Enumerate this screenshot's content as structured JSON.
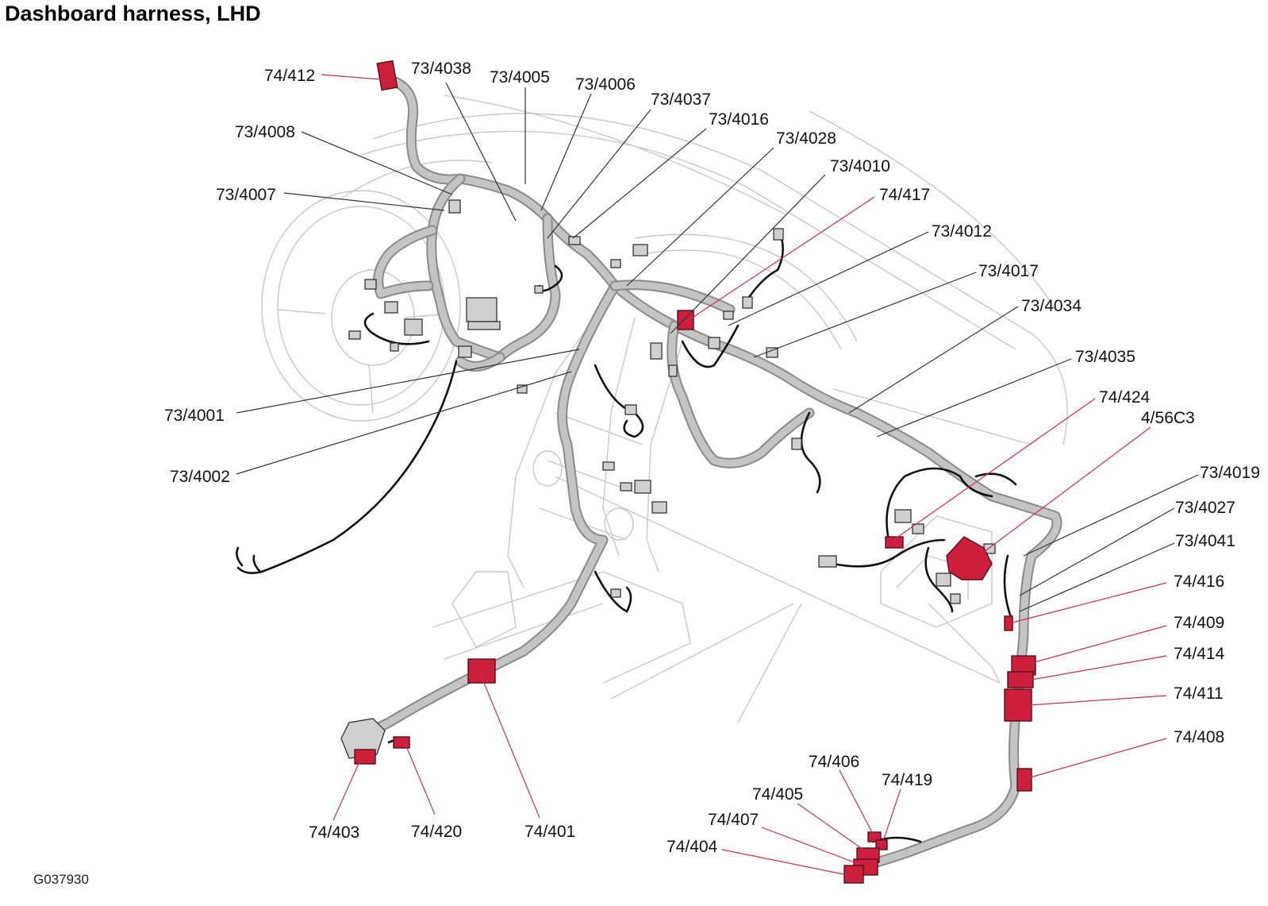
{
  "title": "Dashboard harness, LHD",
  "image_code": "G037930",
  "colors": {
    "harness": "#c4c4c4",
    "highlight_connector": "#cc1f3c",
    "outline": "#c8c8c8"
  },
  "labels": [
    {
      "text": "74/412",
      "color": "red"
    },
    {
      "text": "73/4038",
      "color": "black"
    },
    {
      "text": "73/4005",
      "color": "black"
    },
    {
      "text": "73/4006",
      "color": "black"
    },
    {
      "text": "73/4037",
      "color": "black"
    },
    {
      "text": "73/4016",
      "color": "black"
    },
    {
      "text": "73/4008",
      "color": "black"
    },
    {
      "text": "73/4028",
      "color": "black"
    },
    {
      "text": "73/4010",
      "color": "black"
    },
    {
      "text": "73/4007",
      "color": "black"
    },
    {
      "text": "74/417",
      "color": "red"
    },
    {
      "text": "73/4012",
      "color": "black"
    },
    {
      "text": "73/4017",
      "color": "black"
    },
    {
      "text": "73/4034",
      "color": "black"
    },
    {
      "text": "73/4035",
      "color": "black"
    },
    {
      "text": "73/4001",
      "color": "black"
    },
    {
      "text": "73/4002",
      "color": "black"
    },
    {
      "text": "74/424",
      "color": "red"
    },
    {
      "text": "4/56C3",
      "color": "red"
    },
    {
      "text": "73/4019",
      "color": "black"
    },
    {
      "text": "73/4027",
      "color": "black"
    },
    {
      "text": "73/4041",
      "color": "black"
    },
    {
      "text": "74/416",
      "color": "red"
    },
    {
      "text": "74/409",
      "color": "red"
    },
    {
      "text": "74/414",
      "color": "red"
    },
    {
      "text": "74/411",
      "color": "red"
    },
    {
      "text": "74/408",
      "color": "red"
    },
    {
      "text": "74/406",
      "color": "red"
    },
    {
      "text": "74/419",
      "color": "red"
    },
    {
      "text": "74/405",
      "color": "red"
    },
    {
      "text": "74/407",
      "color": "red"
    },
    {
      "text": "74/404",
      "color": "red"
    },
    {
      "text": "74/403",
      "color": "red"
    },
    {
      "text": "74/420",
      "color": "red"
    },
    {
      "text": "74/401",
      "color": "red"
    }
  ]
}
